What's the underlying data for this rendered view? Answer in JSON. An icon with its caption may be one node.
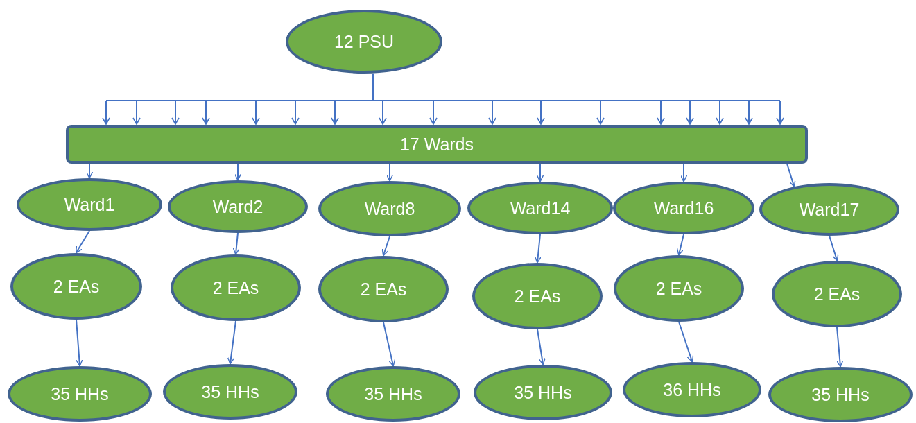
{
  "diagram": {
    "nodes": [
      {
        "text": [
          "12 PSU"
        ]
      },
      {
        "text": [
          "17 Wards"
        ]
      },
      {
        "text": [
          "Ward1"
        ]
      },
      {
        "text": [
          "Ward2"
        ]
      },
      {
        "text": [
          "Ward8"
        ]
      },
      {
        "text": [
          "Ward14"
        ]
      },
      {
        "text": [
          "Ward16"
        ]
      },
      {
        "text": [
          "Ward17"
        ]
      },
      {
        "text": [
          "2 EAs"
        ]
      },
      {
        "text": [
          "2 EAs"
        ]
      },
      {
        "text": [
          "2 EAs"
        ]
      },
      {
        "text": [
          "2 EAs"
        ]
      },
      {
        "text": [
          "2 EAs"
        ]
      },
      {
        "text": [
          "2 EAs"
        ]
      },
      {
        "text": [
          "35 HHs"
        ]
      },
      {
        "text": [
          "35 HHs"
        ]
      },
      {
        "text": [
          "35 HHs"
        ]
      },
      {
        "text": [
          "35 HHs"
        ]
      },
      {
        "text": [
          "36 HHs"
        ]
      },
      {
        "text": [
          "35 HHs"
        ]
      }
    ],
    "edges": [
      {
        "from": 0,
        "to": 1,
        "arrow": "to"
      },
      {
        "from": 1,
        "to": 2,
        "arrow": "to"
      },
      {
        "from": 1,
        "to": 3,
        "arrow": "to"
      },
      {
        "from": 1,
        "to": 4,
        "arrow": "to"
      },
      {
        "from": 1,
        "to": 5,
        "arrow": "to"
      },
      {
        "from": 1,
        "to": 6,
        "arrow": "to"
      },
      {
        "from": 1,
        "to": 7,
        "arrow": "to"
      },
      {
        "from": 2,
        "to": 8,
        "arrow": "to"
      },
      {
        "from": 3,
        "to": 9,
        "arrow": "to"
      },
      {
        "from": 4,
        "to": 10,
        "arrow": "to"
      },
      {
        "from": 5,
        "to": 11,
        "arrow": "to"
      },
      {
        "from": 6,
        "to": 12,
        "arrow": "to"
      },
      {
        "from": 7,
        "to": 13,
        "arrow": "to"
      },
      {
        "from": 8,
        "to": 14,
        "arrow": "to"
      },
      {
        "from": 9,
        "to": 15,
        "arrow": "to"
      },
      {
        "from": 10,
        "to": 16,
        "arrow": "to"
      },
      {
        "from": 11,
        "to": 17,
        "arrow": "to"
      },
      {
        "from": 12,
        "to": 18,
        "arrow": "to"
      },
      {
        "from": 13,
        "to": 19,
        "arrow": "to"
      }
    ]
  }
}
